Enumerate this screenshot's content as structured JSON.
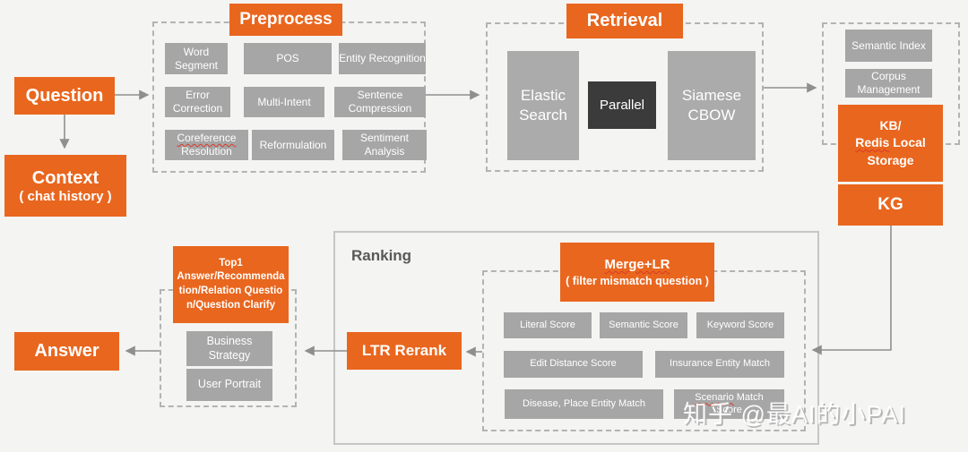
{
  "colors": {
    "accent_orange": "#E9661E",
    "node_gray": "#A6A6A6",
    "node_dark": "#3B3B3B",
    "background": "#F4F4F2",
    "arrow_gray": "#8F8F8F",
    "spellcheck_red": "#D93A28"
  },
  "question": {
    "label": "Question"
  },
  "context": {
    "title": "Context",
    "subtitle": "( chat history )"
  },
  "answer": {
    "label": "Answer"
  },
  "preprocess": {
    "title": "Preprocess",
    "word_segment": "Word Segment",
    "pos": "POS",
    "entity_recognition": "Entity Recognition",
    "error_correction": "Error Correction",
    "multi_intent": "Multi-Intent",
    "sentence_compression": "Sentence Compression",
    "coreference_line1": "Coreference",
    "coreference_line2": "Resolution",
    "reformulation": "Reformulation",
    "sentiment_analysis": "Sentiment Analysis"
  },
  "retrieval": {
    "title": "Retrieval",
    "elastic_search": "Elastic Search",
    "parallel": "Parallel",
    "siamese_cbow": "Siamese CBOW"
  },
  "storage": {
    "semantic_index": "Semantic Index",
    "corpus_management": "Corpus Management",
    "kb_line1": "KB/",
    "kb_redis": "Redis",
    "kb_local": " Local",
    "kb_line3": "Storage",
    "kg": "KG"
  },
  "ranking": {
    "title": "Ranking",
    "merge_title": "Merge+LR",
    "merge_subtitle": "( filter mismatch question )",
    "literal_score": "Literal Score",
    "semantic_score": "Semantic Score",
    "keyword_score": "Keyword Score",
    "edit_distance_score": "Edit Distance Score",
    "insurance_entity_match": "Insurance Entity Match",
    "disease_place_entity_match": "Disease, Place Entity Match",
    "scenario": "Scenario",
    "scenario_rest": " Match",
    "scenario_line2": "Score",
    "ltr_rerank": "LTR Rerank"
  },
  "output": {
    "top1_line1": "Top1",
    "top1_rest": "Answer/Recommendation/Relation Question/Question Clarify",
    "business_strategy": "Business Strategy",
    "user_portrait": "User Portrait"
  },
  "watermark": "知乎 @最AI的小PAI"
}
